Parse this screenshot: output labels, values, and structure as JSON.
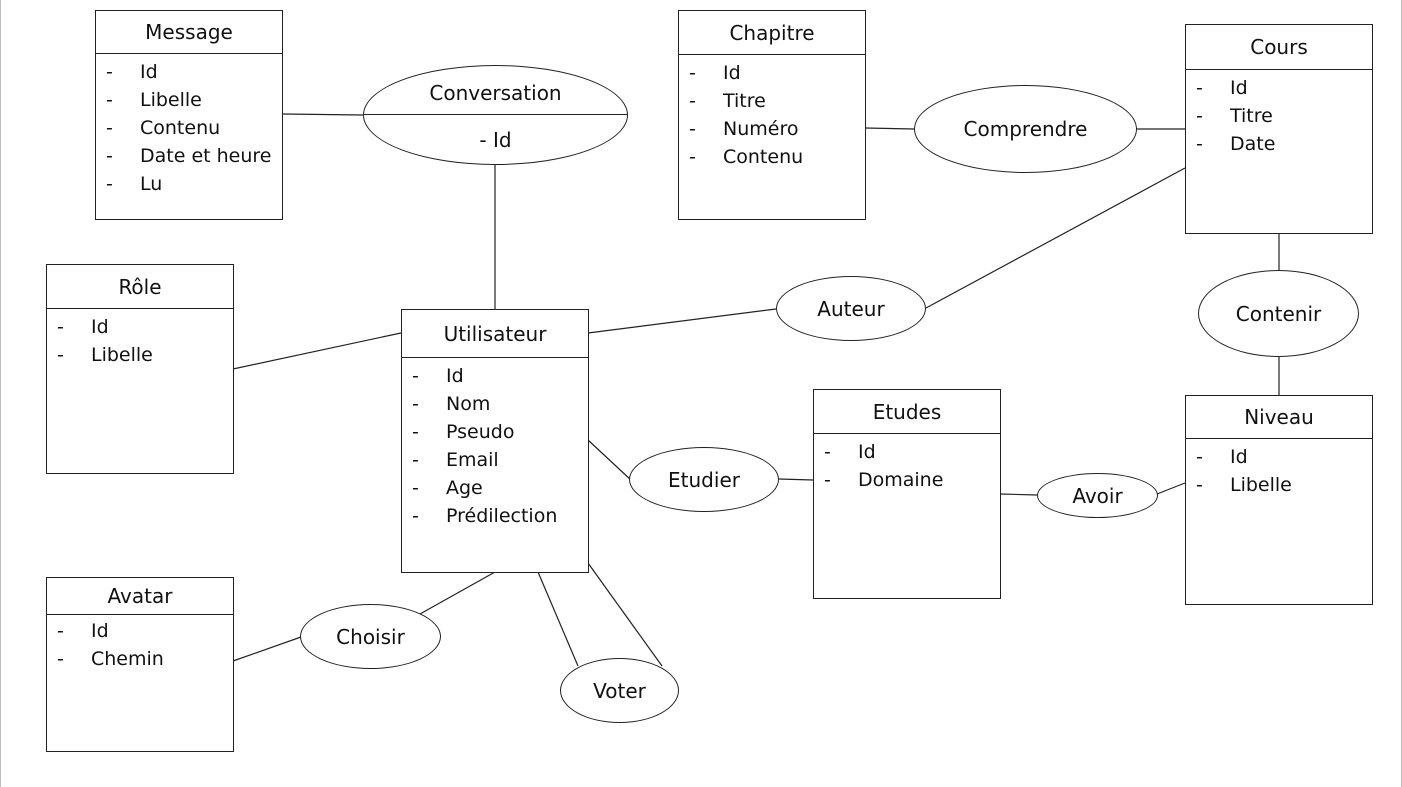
{
  "entities": {
    "message": {
      "title": "Message",
      "attrs": [
        "Id",
        "Libelle",
        "Contenu",
        "Date et heure",
        "Lu"
      ]
    },
    "chapitre": {
      "title": "Chapitre",
      "attrs": [
        "Id",
        "Titre",
        "Numéro",
        "Contenu"
      ]
    },
    "cours": {
      "title": "Cours",
      "attrs": [
        "Id",
        "Titre",
        "Date"
      ]
    },
    "role": {
      "title": "Rôle",
      "attrs": [
        "Id",
        "Libelle"
      ]
    },
    "utilisateur": {
      "title": "Utilisateur",
      "attrs": [
        "Id",
        "Nom",
        "Pseudo",
        "Email",
        "Age",
        "Prédilection"
      ]
    },
    "etudes": {
      "title": "Etudes",
      "attrs": [
        "Id",
        "Domaine"
      ]
    },
    "niveau": {
      "title": "Niveau",
      "attrs": [
        "Id",
        "Libelle"
      ]
    },
    "avatar": {
      "title": "Avatar",
      "attrs": [
        "Id",
        "Chemin"
      ]
    }
  },
  "associations": {
    "conversation": {
      "name": "Conversation",
      "attr": "- Id"
    },
    "comprendre": "Comprendre",
    "auteur": "Auteur",
    "contenir": "Contenir",
    "etudier": "Etudier",
    "avoir": "Avoir",
    "choisir": "Choisir",
    "voter": "Voter"
  },
  "bullet": "-"
}
